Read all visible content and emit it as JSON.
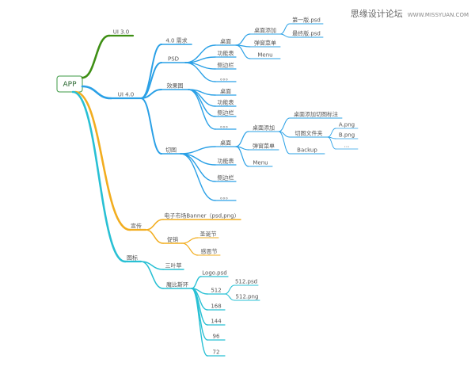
{
  "watermark": {
    "site_name": "思缘设计论坛",
    "url": "WWW.MISSYUAN.COM"
  },
  "colors": {
    "green": "#3e8f14",
    "blue": "#2aa0e6",
    "orange": "#f2ad1f",
    "teal": "#28c0d4",
    "root_border": "#3e9a45",
    "text": "#555555"
  },
  "mindmap": {
    "root": {
      "label": "APP"
    },
    "nodes": {
      "ui3": "UI 3.0",
      "ui4": "UI 4.0",
      "req": "4.0 需求",
      "psd": "PSD",
      "psd_desk": "桌面",
      "psd_desk_add": "桌面添加",
      "psd_v1": "第一版.psd",
      "psd_final": "最终版.psd",
      "psd_popup": "弹窗菜单",
      "psd_menu": "Menu",
      "psd_func": "功能表",
      "psd_side": "侧边栏",
      "psd_more": "。。。",
      "eff": "效果图",
      "eff_desk": "桌面",
      "eff_func": "功能表",
      "eff_side": "侧边栏",
      "eff_more": "。。。",
      "cut": "切图",
      "cut_desk": "桌面",
      "cut_desk_add": "桌面添加",
      "cut_mark": "桌面添加切图标注",
      "cut_folder": "切图文件夹",
      "cut_a": "A.png",
      "cut_b": "B.png",
      "cut_dots": "...",
      "cut_backup": "Backup",
      "cut_popup": "弹窗菜单",
      "cut_func": "功能表",
      "cut_menu": "Menu",
      "cut_side": "侧边栏",
      "cut_more": "。。。",
      "promo": "宣传",
      "banner": "电子市场Banner（psd,png）",
      "sale": "促销",
      "xmas": "圣诞节",
      "thanks": "感恩节",
      "icon": "图标",
      "clover": "三叶草",
      "mobius": "魔比斯环",
      "logo": "Logo.psd",
      "s512": "512",
      "s512psd": "512.psd",
      "s512png": "512.png",
      "s168": "168",
      "s144": "144",
      "s96": "96",
      "s72": "72"
    }
  }
}
